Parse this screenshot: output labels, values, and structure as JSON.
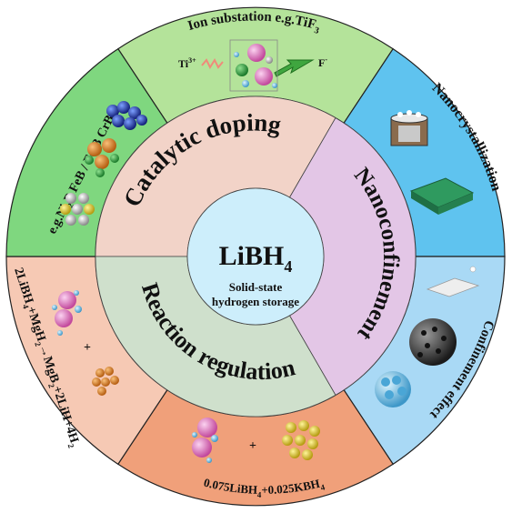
{
  "center": {
    "title": "LiBH",
    "title_sub": "4",
    "subtitle_line1": "Solid-state",
    "subtitle_line2": "hydrogen storage"
  },
  "inner_ring": {
    "catalytic": "Catalytic doping",
    "nano": "Nanoconfinement",
    "reaction": "Reaction regulation"
  },
  "outer_ring": {
    "ion": {
      "label": "Ion substation",
      "example_prefix": "e.g.TiF",
      "example_sub": "3",
      "ti": "Ti",
      "ti_sup": "3+",
      "f": "F",
      "f_sup": "-"
    },
    "borides": {
      "p1": "e.g.Ni",
      "p1s": "2",
      "p2": "B  FeB / Fe",
      "p2s": "2",
      "p3": "B  CrB",
      "p3s": "2"
    },
    "nanocrystal": "Nanocrystallization",
    "confinement": "Confinement effect",
    "kbh": {
      "p1": "0.075LiBH",
      "p1s": "4",
      "p2": "+0.025KBH",
      "p2s": "4",
      "plus": "+"
    },
    "mgh": {
      "p1": "2LiBH",
      "p1s": "4",
      "p2": "+MgH",
      "p2s": "2",
      "p3": "→MgB",
      "p3s": "2",
      "p4": "+2LiH+4H",
      "p4s": "2",
      "plus": "+"
    }
  },
  "colors": {
    "ion": "#b4e39a",
    "borides": "#7fd77f",
    "nanocrystal": "#5fc3ef",
    "confinement": "#a9d9f5",
    "kbh": "#f0a07a",
    "mgh": "#f6c9b4",
    "ring_catalytic": "#f2d3c8",
    "ring_nano": "#e3c6e6",
    "ring_reaction": "#cfe0cc",
    "center": "#cdeefb"
  }
}
